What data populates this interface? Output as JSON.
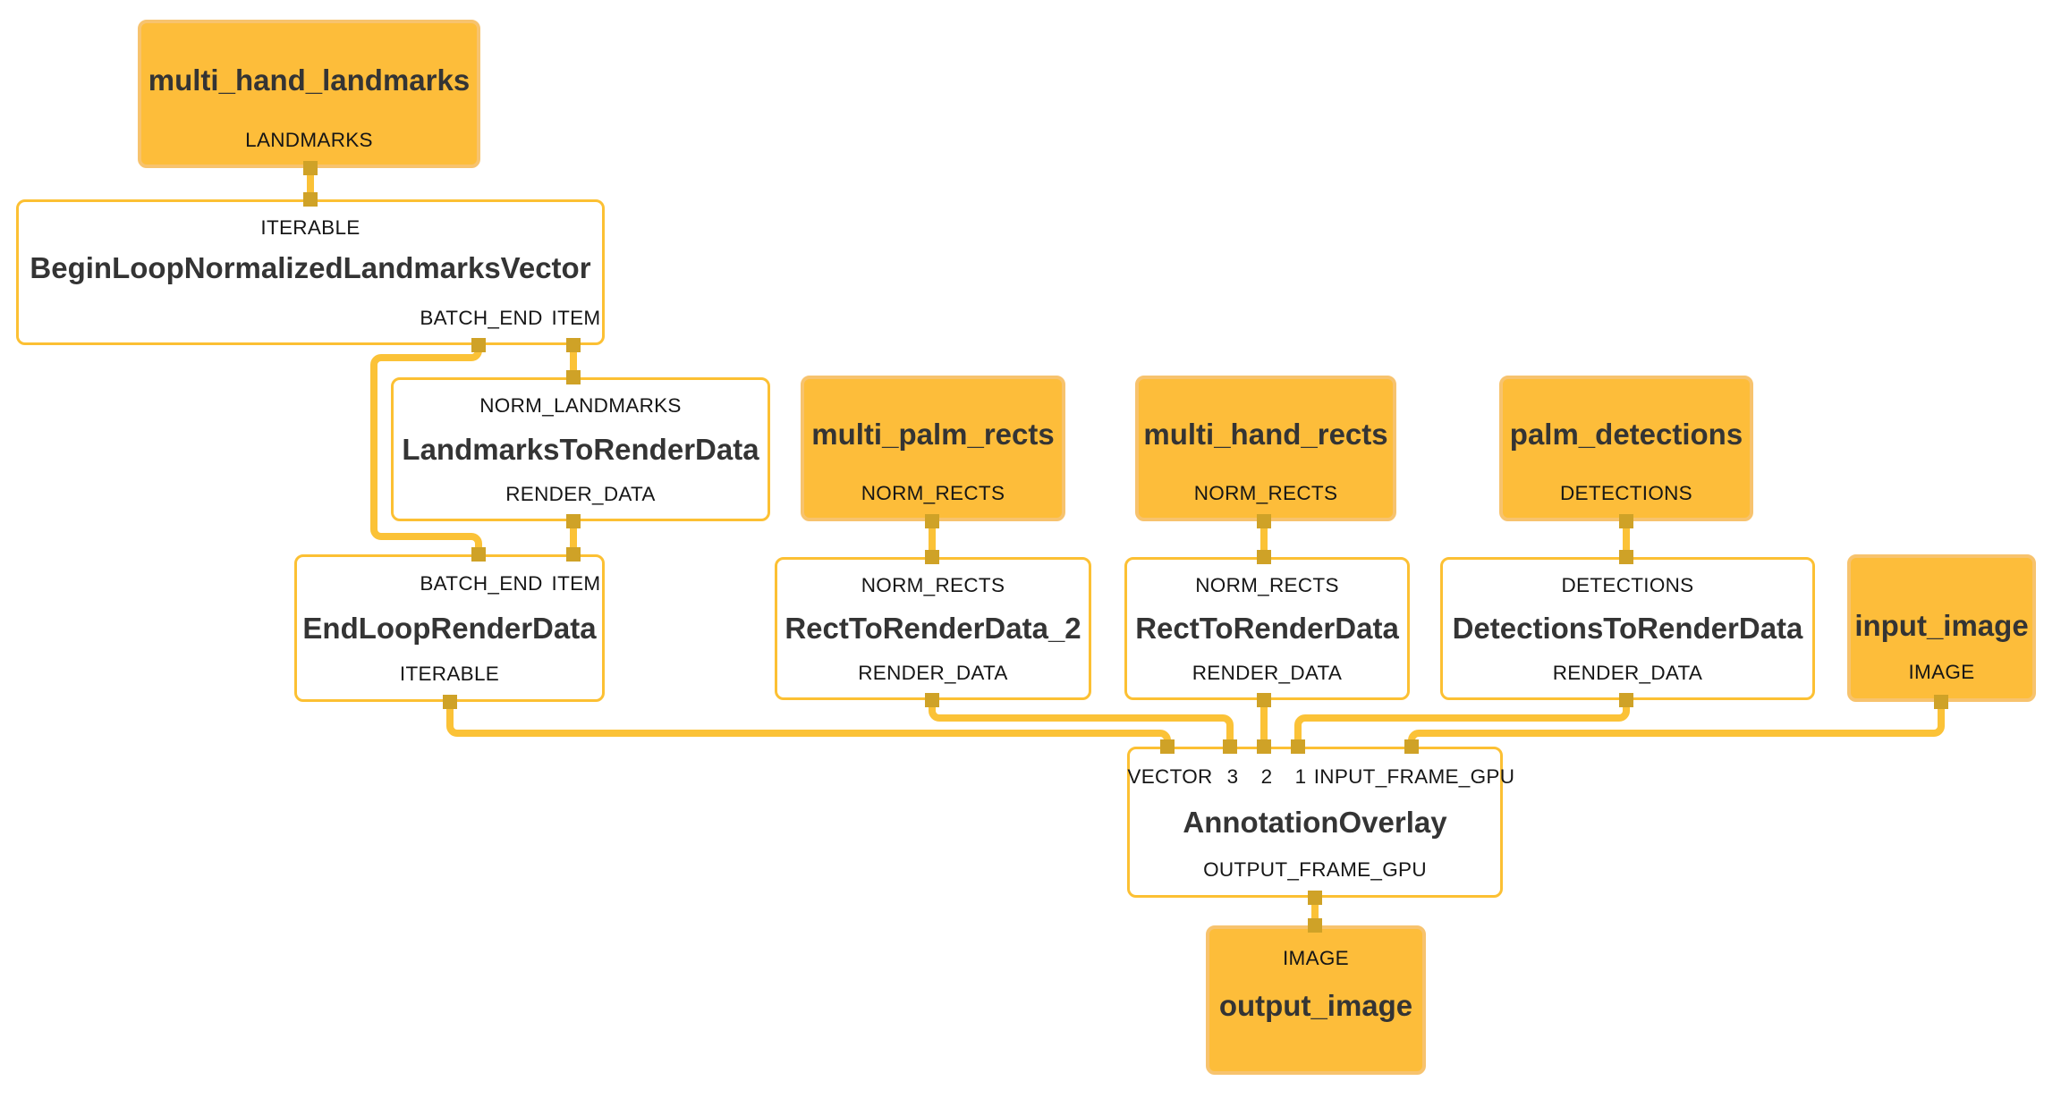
{
  "colors": {
    "background": "#FFFFFF",
    "stream_node_fill": "#FDBD3A",
    "stream_node_border": "#F7C36E",
    "calculator_node_border": "#FCC033",
    "edge": "#FBC237",
    "port_connector": "#CFA227",
    "title_text": "#343434",
    "port_label_text": "#161616"
  },
  "diagram": {
    "nodes": [
      {
        "id": "multi_hand_landmarks",
        "type": "stream",
        "title": "multi_hand_landmarks",
        "inputs": [],
        "outputs": [
          "LANDMARKS"
        ]
      },
      {
        "id": "BeginLoopNormalizedLandmarksVector",
        "type": "calculator",
        "title": "BeginLoopNormalizedLandmarksVector",
        "inputs": [
          "ITERABLE"
        ],
        "outputs": [
          "BATCH_END",
          "ITEM"
        ]
      },
      {
        "id": "LandmarksToRenderData",
        "type": "calculator",
        "title": "LandmarksToRenderData",
        "inputs": [
          "NORM_LANDMARKS"
        ],
        "outputs": [
          "RENDER_DATA"
        ]
      },
      {
        "id": "EndLoopRenderData",
        "type": "calculator",
        "title": "EndLoopRenderData",
        "inputs": [
          "BATCH_END",
          "ITEM"
        ],
        "outputs": [
          "ITERABLE"
        ]
      },
      {
        "id": "multi_palm_rects",
        "type": "stream",
        "title": "multi_palm_rects",
        "inputs": [],
        "outputs": [
          "NORM_RECTS"
        ]
      },
      {
        "id": "RectToRenderData_2",
        "type": "calculator",
        "title": "RectToRenderData_2",
        "inputs": [
          "NORM_RECTS"
        ],
        "outputs": [
          "RENDER_DATA"
        ]
      },
      {
        "id": "multi_hand_rects",
        "type": "stream",
        "title": "multi_hand_rects",
        "inputs": [],
        "outputs": [
          "NORM_RECTS"
        ]
      },
      {
        "id": "RectToRenderData",
        "type": "calculator",
        "title": "RectToRenderData",
        "inputs": [
          "NORM_RECTS"
        ],
        "outputs": [
          "RENDER_DATA"
        ]
      },
      {
        "id": "palm_detections",
        "type": "stream",
        "title": "palm_detections",
        "inputs": [],
        "outputs": [
          "DETECTIONS"
        ]
      },
      {
        "id": "DetectionsToRenderData",
        "type": "calculator",
        "title": "DetectionsToRenderData",
        "inputs": [
          "DETECTIONS"
        ],
        "outputs": [
          "RENDER_DATA"
        ]
      },
      {
        "id": "input_image",
        "type": "stream",
        "title": "input_image",
        "inputs": [],
        "outputs": [
          "IMAGE"
        ]
      },
      {
        "id": "AnnotationOverlay",
        "type": "calculator",
        "title": "AnnotationOverlay",
        "inputs": [
          "VECTOR",
          "3",
          "2",
          "1",
          "INPUT_FRAME_GPU"
        ],
        "outputs": [
          "OUTPUT_FRAME_GPU"
        ]
      },
      {
        "id": "output_image",
        "type": "stream",
        "title": "output_image",
        "inputs": [
          "IMAGE"
        ],
        "outputs": []
      }
    ],
    "edges": [
      {
        "from": "multi_hand_landmarks.LANDMARKS",
        "to": "BeginLoopNormalizedLandmarksVector.ITERABLE"
      },
      {
        "from": "BeginLoopNormalizedLandmarksVector.BATCH_END",
        "to": "EndLoopRenderData.BATCH_END"
      },
      {
        "from": "BeginLoopNormalizedLandmarksVector.ITEM",
        "to": "LandmarksToRenderData.NORM_LANDMARKS"
      },
      {
        "from": "LandmarksToRenderData.RENDER_DATA",
        "to": "EndLoopRenderData.ITEM"
      },
      {
        "from": "EndLoopRenderData.ITERABLE",
        "to": "AnnotationOverlay.VECTOR"
      },
      {
        "from": "RectToRenderData_2.RENDER_DATA",
        "to": "AnnotationOverlay.3"
      },
      {
        "from": "RectToRenderData.RENDER_DATA",
        "to": "AnnotationOverlay.2"
      },
      {
        "from": "DetectionsToRenderData.RENDER_DATA",
        "to": "AnnotationOverlay.1"
      },
      {
        "from": "input_image.IMAGE",
        "to": "AnnotationOverlay.INPUT_FRAME_GPU"
      },
      {
        "from": "AnnotationOverlay.OUTPUT_FRAME_GPU",
        "to": "output_image.IMAGE"
      }
    ]
  }
}
